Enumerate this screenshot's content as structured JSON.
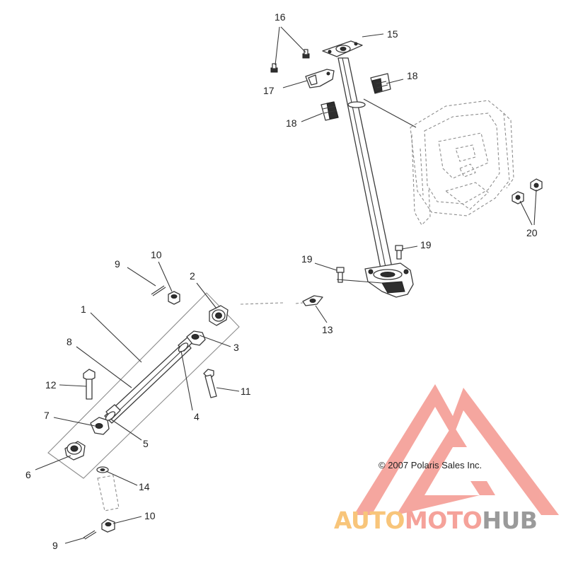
{
  "copyright": "© 2007 Polaris Sales Inc.",
  "callouts": {
    "c1": "1",
    "c2": "2",
    "c3": "3",
    "c4": "4",
    "c5": "5",
    "c6": "6",
    "c7": "7",
    "c8": "8",
    "c9a": "9",
    "c9b": "9",
    "c10a": "10",
    "c10b": "10",
    "c11": "11",
    "c12": "12",
    "c13": "13",
    "c14": "14",
    "c15": "15",
    "c16": "16",
    "c17": "17",
    "c18a": "18",
    "c18b": "18",
    "c19a": "19",
    "c19b": "19",
    "c20": "20"
  },
  "watermark": {
    "part1": "AUTO",
    "part2": "MOTO",
    "part3": "HUB",
    "colors": {
      "logo": "#f5a29a",
      "auto": "#f8c57a",
      "moto": "#f5a29a",
      "hub": "#9a9a9a"
    }
  }
}
